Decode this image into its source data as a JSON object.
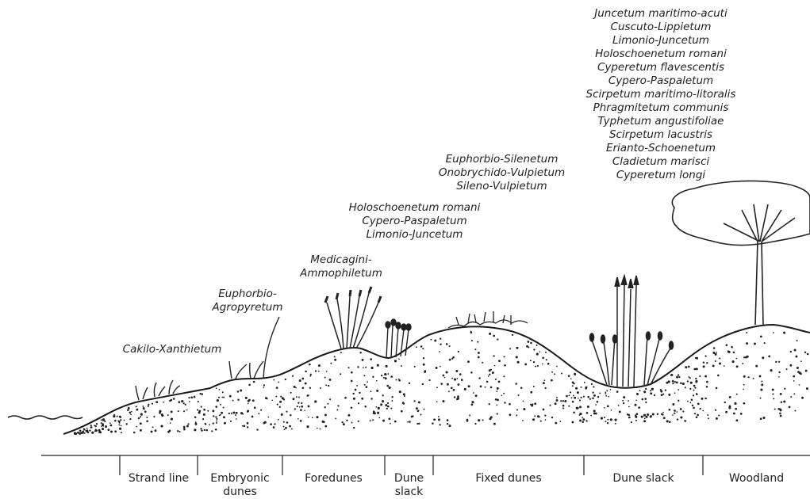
{
  "communities": {
    "cakilo": [
      "Cakilo-Xanthietum"
    ],
    "euphorbio_agro": [
      "Euphorbio-",
      "Agropyretum"
    ],
    "medicagini": [
      "Medicagini-",
      "Ammophiletum"
    ],
    "dune_slack_1": [
      "Holoschoenetum romani",
      "Cypero-Paspaletum",
      "Limonio-Juncetum"
    ],
    "fixed": [
      "Euphorbio-Silenetum",
      "Onobrychido-Vulpietum",
      "Sileno-Vulpietum"
    ],
    "dune_slack_2": [
      "Juncetum maritimo-acuti",
      "Cuscuto-Lippietum",
      "Limonio-Juncetum",
      "Holoschoenetum romani",
      "Cyperetum flavescentis",
      "Cypero-Paspaletum",
      "Scirpetum maritimo-litoralis",
      "Phragmitetum communis",
      "Typhetum angustifoliae",
      "Scirpetum lacustris",
      "Erianto-Schoenetum",
      "Cladietum marisci",
      "Cyperetum longi"
    ]
  },
  "zones": {
    "strand": "Strand line",
    "embryonic_1": "Embryonic",
    "embryonic_2": "dunes",
    "foredunes": "Foredunes",
    "slack1_1": "Dune",
    "slack1_2": "slack",
    "fixed": "Fixed dunes",
    "slack2": "Dune slack",
    "woodland": "Woodland"
  }
}
